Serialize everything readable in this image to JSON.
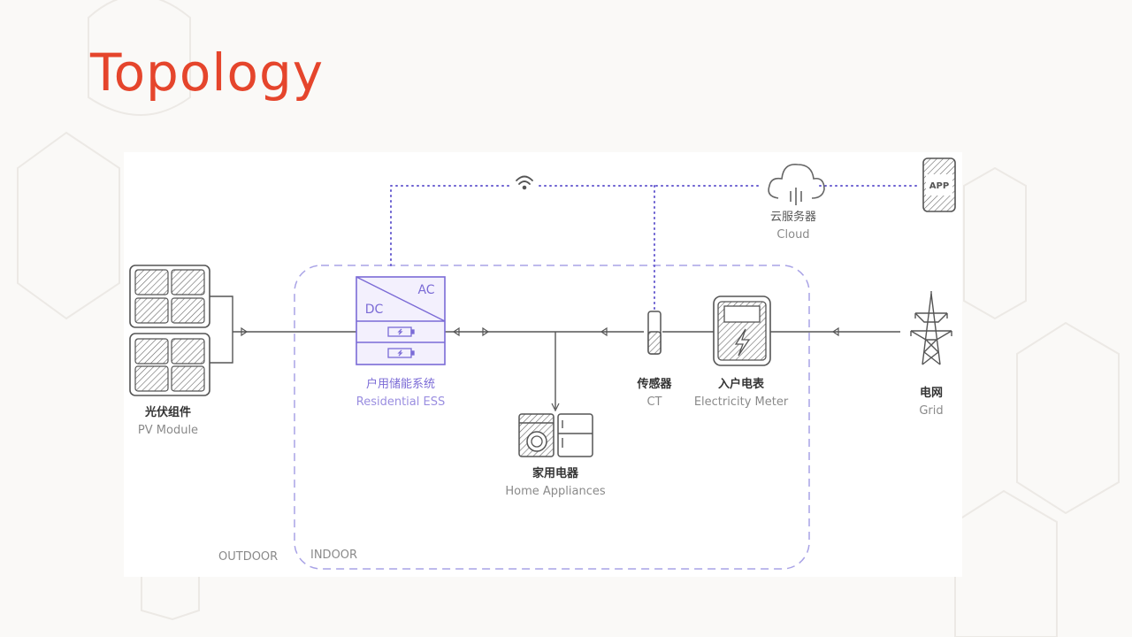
{
  "slide": {
    "title": "Topology"
  },
  "diagram": {
    "pv": {
      "cn": "光伏组件",
      "en": "PV Module"
    },
    "ess": {
      "cn": "户用储能系统",
      "en": "Residential ESS",
      "ac": "AC",
      "dc": "DC"
    },
    "appliances": {
      "cn": "家用电器",
      "en": "Home Appliances"
    },
    "ct": {
      "cn": "传感器",
      "en": "CT"
    },
    "meter": {
      "cn": "入户电表",
      "en": "Electricity Meter"
    },
    "grid": {
      "cn": "电网",
      "en": "Grid"
    },
    "cloud": {
      "cn": "云服务器",
      "en": "Cloud"
    },
    "app": {
      "label": "APP"
    },
    "zones": {
      "outdoor": "OUTDOOR",
      "indoor": "INDOOR"
    }
  },
  "colors": {
    "title": "#e5452c",
    "accent_purple": "#7b6bd6",
    "line": "#555555",
    "wifi_dots": "#6a5fd0"
  }
}
